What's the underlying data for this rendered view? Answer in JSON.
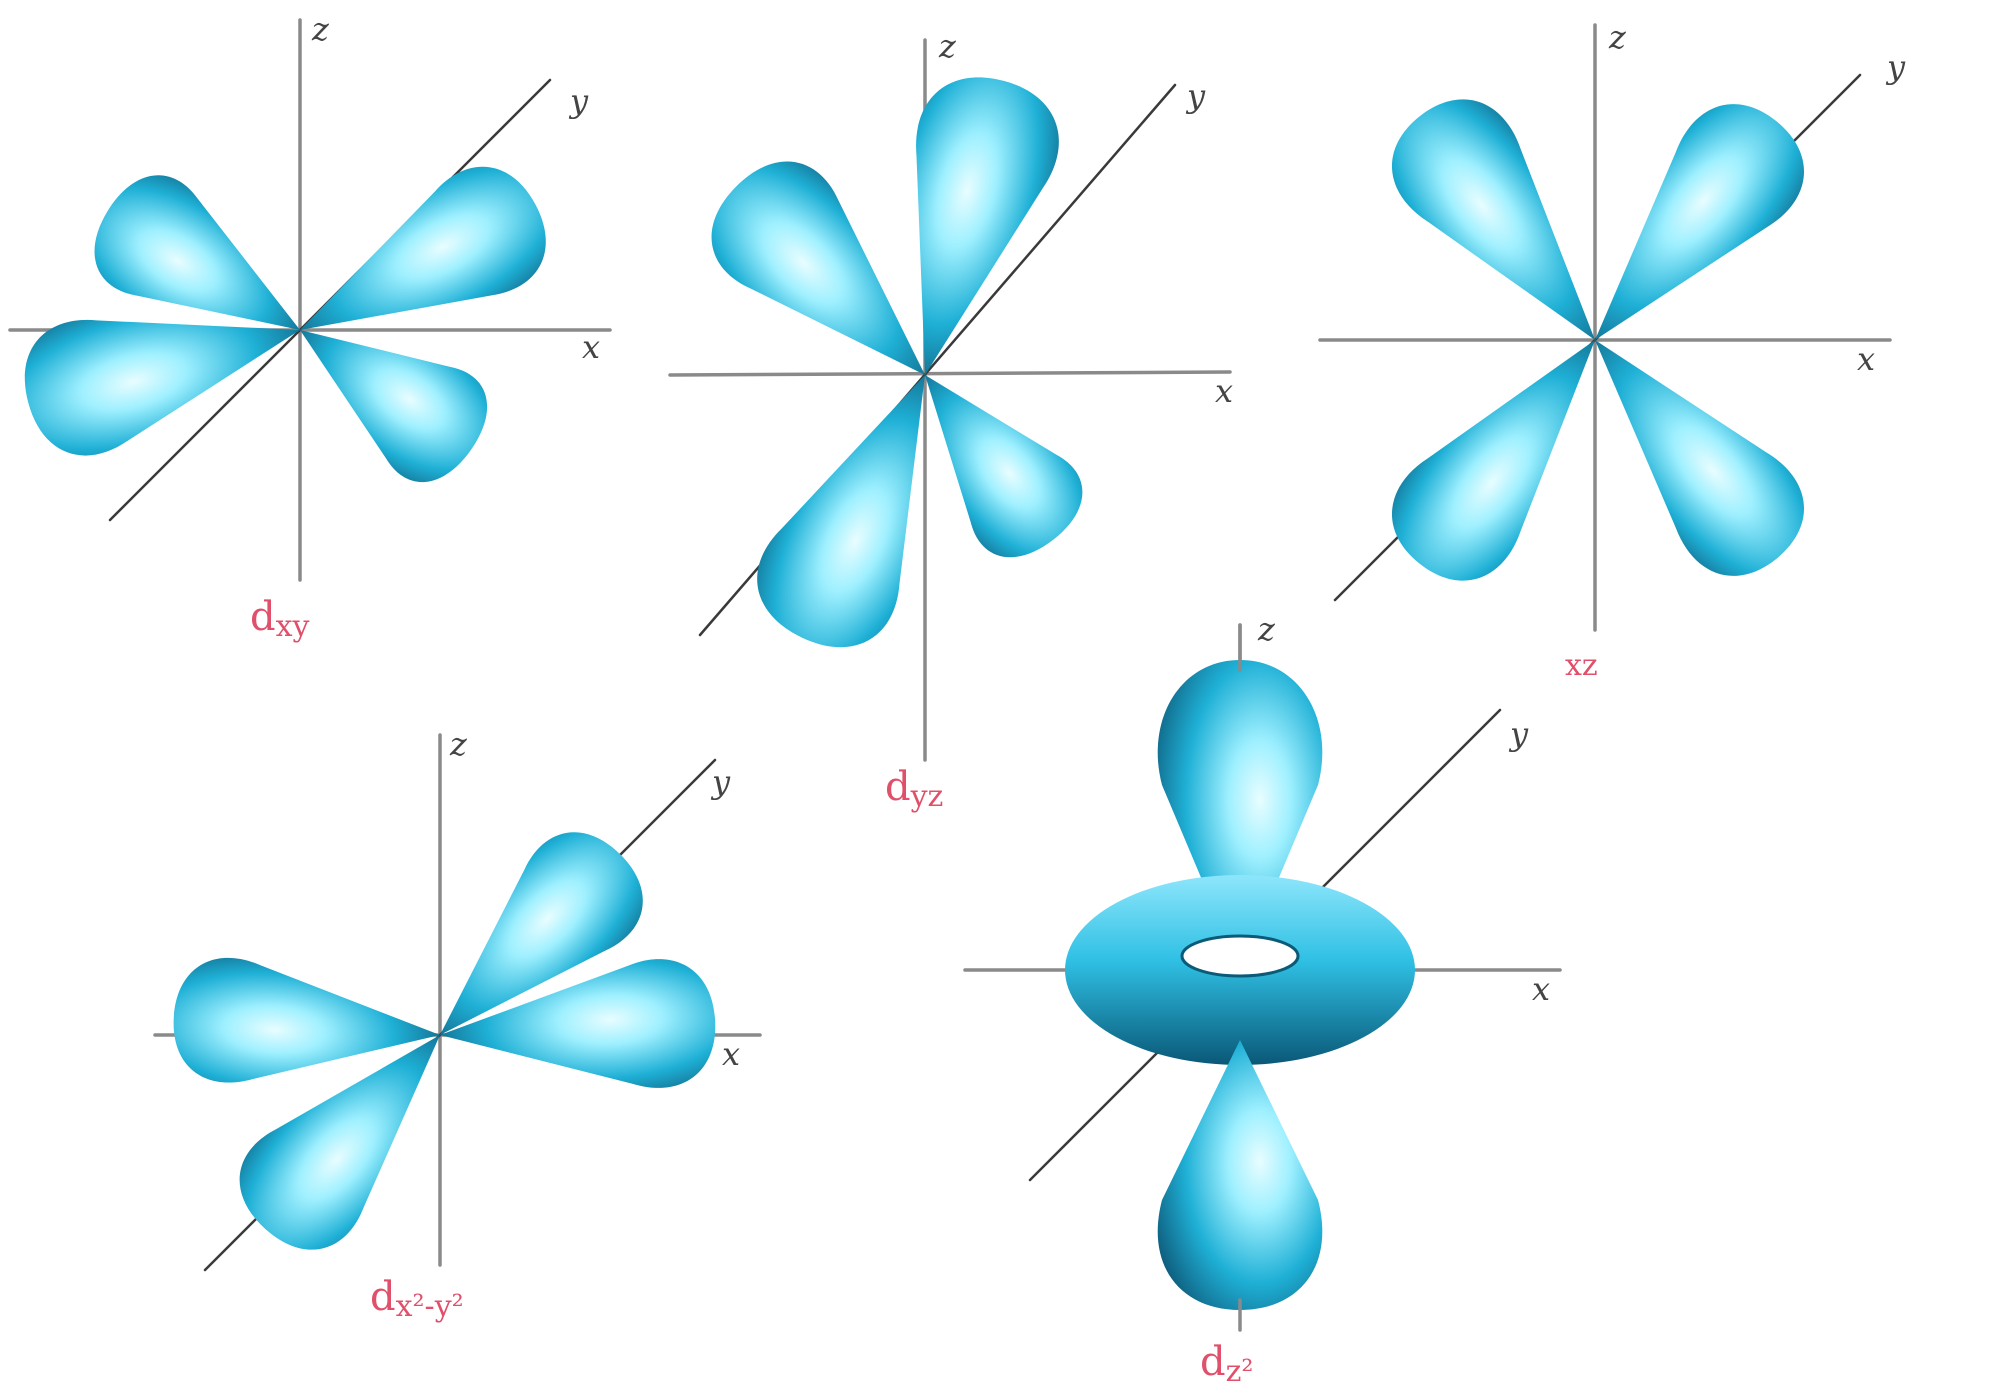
{
  "colors": {
    "lobe_light": "#9ff0ff",
    "lobe_mid": "#1fb0d6",
    "lobe_dark": "#0b4d6b",
    "axis": "#8a8a8a",
    "label": "#e0506a"
  },
  "axes": {
    "x": "x",
    "y": "y",
    "z": "z"
  },
  "orbitals": [
    {
      "id": "dxy",
      "main": "d",
      "sub": "xy"
    },
    {
      "id": "dyz",
      "main": "d",
      "sub": "yz"
    },
    {
      "id": "dxz",
      "main": "",
      "sub": "xz"
    },
    {
      "id": "dx2y2",
      "main": "d",
      "sub": "x²-y²"
    },
    {
      "id": "dz2",
      "main": "d",
      "sub": "z²"
    }
  ]
}
